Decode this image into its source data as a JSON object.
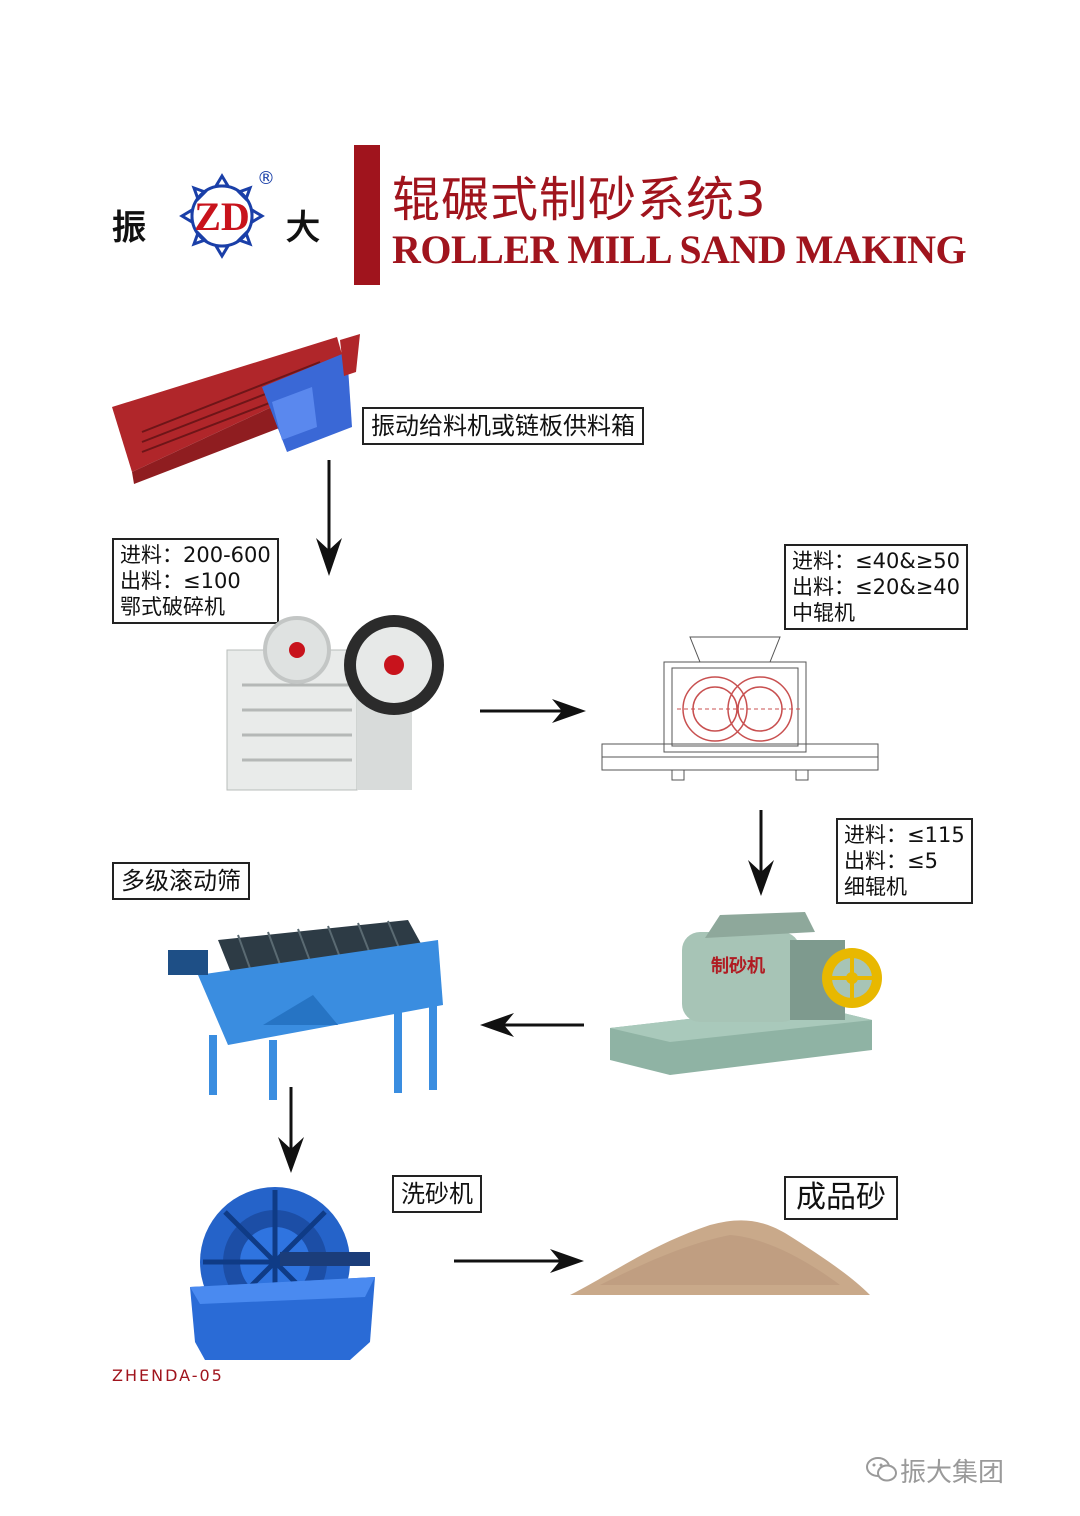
{
  "header": {
    "brand_left": "振",
    "brand_right": "大",
    "logo_letters": "ZD",
    "registered_mark": "®",
    "title_cn": "辊碾式制砂系统3",
    "title_en": "ROLLER MILL SAND MAKING"
  },
  "steps": {
    "feeder": {
      "label": "振动给料机或链板供料箱"
    },
    "jaw_crusher": {
      "feed": "进料：200-600",
      "output": "出料：≤100",
      "name": "鄂式破碎机"
    },
    "medium_roller": {
      "feed": "进料：≤40&≥50",
      "output": "出料：≤20&≥40",
      "name": "中辊机"
    },
    "fine_roller": {
      "feed": "进料：≤115",
      "output": "出料：≤5",
      "name": "细辊机",
      "plate_text": "制砂机"
    },
    "screen": {
      "label": "多级滚动筛"
    },
    "washer": {
      "label": "洗砂机"
    },
    "product": {
      "label": "成品砂"
    }
  },
  "footer": {
    "code": "ZHENDA-05",
    "wechat": "振大集团"
  },
  "colors": {
    "brand_red": "#a0141d",
    "logo_blue": "#1a3fa8",
    "machine_blue": "#2f7ae0",
    "feeder_red": "#b0262a",
    "sand": "#c9a98a"
  }
}
